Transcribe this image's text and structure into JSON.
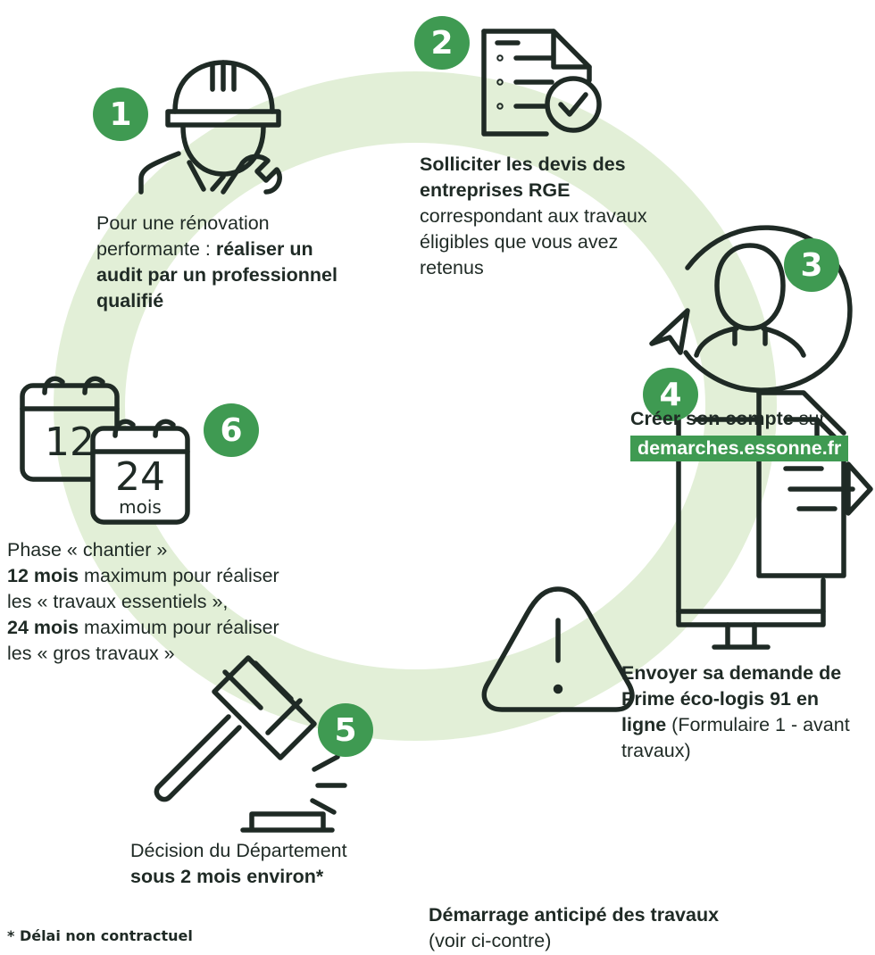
{
  "colors": {
    "accent": "#3f9a52",
    "ring": "#e2efd7",
    "ink": "#1f2a25"
  },
  "steps": [
    {
      "number": "1",
      "icon": "worker-helmet-wrench-icon",
      "text_normal": "Pour une rénovation performante : ",
      "text_bold": "réaliser un audit par un professionnel qualifié"
    },
    {
      "number": "2",
      "icon": "document-checklist-icon",
      "text_bold": "Solliciter les devis des entreprises RGE",
      "text_normal": "correspondant aux travaux éligibles que vous avez retenus"
    },
    {
      "number": "3",
      "icon": "user-account-cursor-icon",
      "text_bold": "Créer son compte",
      "text_normal": "sur",
      "link": "demarches.essonne.fr"
    },
    {
      "number": "4",
      "icon": "computer-send-document-icon",
      "text_bold": "Envoyer sa demande de Prime éco-logis 91 en ligne",
      "text_normal": "(Formulaire 1 - avant travaux)"
    },
    {
      "number": "5",
      "icon": "gavel-icon",
      "text_normal": "Décision du Département",
      "text_bold": "sous 2 mois environ*"
    },
    {
      "number": "6",
      "icon": "calendars-icon",
      "calendar_1": "12",
      "calendar_2": "24",
      "calendar_2_unit": "mois",
      "title": "Phase « chantier »",
      "line1_bold": "12 mois",
      "line1_normal": " maximum pour réaliser",
      "line2": "les « travaux essentiels »,",
      "line3_bold": "24 mois",
      "line3_normal": " maximum pour réaliser",
      "line4": "les « gros travaux »"
    }
  ],
  "warning": {
    "icon": "warning-triangle-icon",
    "text_bold": "Démarrage anticipé des travaux",
    "text_normal": "(voir ci-contre)"
  },
  "footnote": "* Délai non contractuel"
}
